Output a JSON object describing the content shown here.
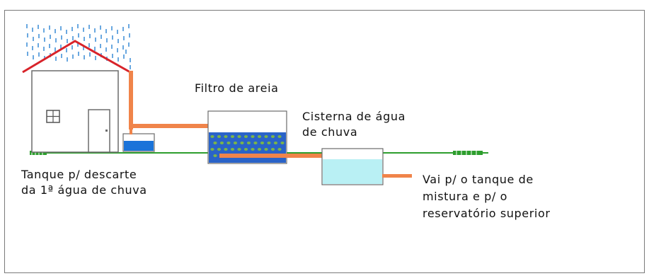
{
  "diagram": {
    "labels": {
      "sand_filter": "Filtro de areia",
      "cistern_line1": "Cisterna de água",
      "cistern_line2": "de chuva",
      "first_flush_line1": "Tanque p/ descarte",
      "first_flush_line2": "da 1ª água de chuva",
      "outlet_line1": "Vai p/ o tanque de",
      "outlet_line2": "mistura e p/ o",
      "outlet_line3": "reservatório superior"
    },
    "colors": {
      "roof": "#d8232a",
      "pipe": "#f0844a",
      "ground": "#2e9e2e",
      "rain": "#6aa8e0",
      "first_flush_water": "#1a73d9",
      "filter_water": "#2a63c8",
      "filter_sand": "#7ab44a",
      "cistern_water": "#b9f0f4",
      "house_outline": "#6b6b6b",
      "frame": "#7a7a7a"
    }
  }
}
